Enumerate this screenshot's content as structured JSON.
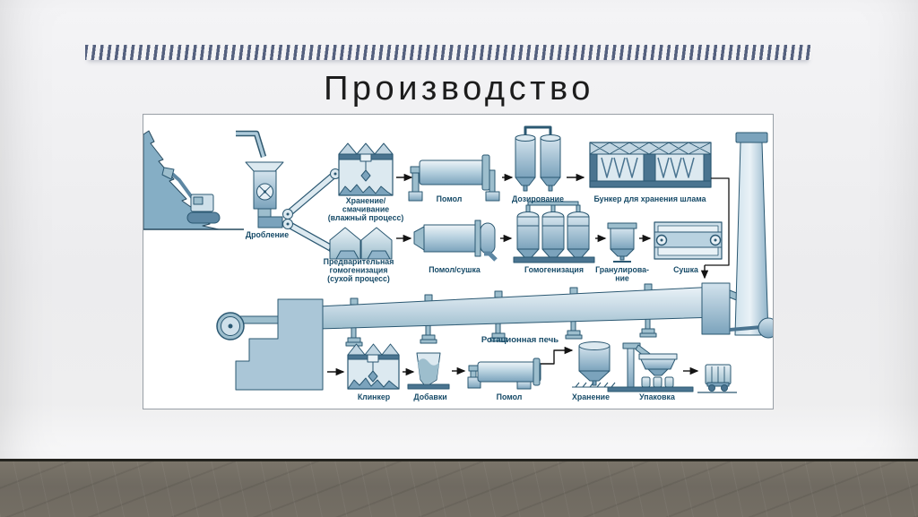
{
  "slide": {
    "title": "Производство"
  },
  "colors": {
    "stripe_accent": "#55617f",
    "title_text": "#1c1c1c",
    "label_text": "#174b68",
    "equipment_stroke": "#2b5872",
    "equipment_fill_light": "#dce9f0",
    "equipment_fill_mid": "#9dbecd",
    "wall": "#efeff1",
    "floor": "#6f6a61"
  },
  "diagram": {
    "labels": {
      "crushing": "Дробление",
      "storage_wet": [
        "Хранение/",
        "смачивание",
        "(влажный процесс)"
      ],
      "prehomog": [
        "Предварительная",
        "гомогенизация",
        "(сухой процесс)"
      ],
      "mill_wet": "Помол",
      "dosing": "Дозирование",
      "slurry_bunker": "Бункер для хранения шлама",
      "mill_dry": "Помол/сушка",
      "homogenization": "Гомогенизация",
      "granulation": [
        "Гранулирова-",
        "ние"
      ],
      "drying": "Сушка",
      "rotary_kiln": "Ротационная печь",
      "clinker": "Клинкер",
      "additives": "Добавки",
      "mill_final": "Помол",
      "storage_final": "Хранение",
      "packing": "Упаковка"
    }
  }
}
